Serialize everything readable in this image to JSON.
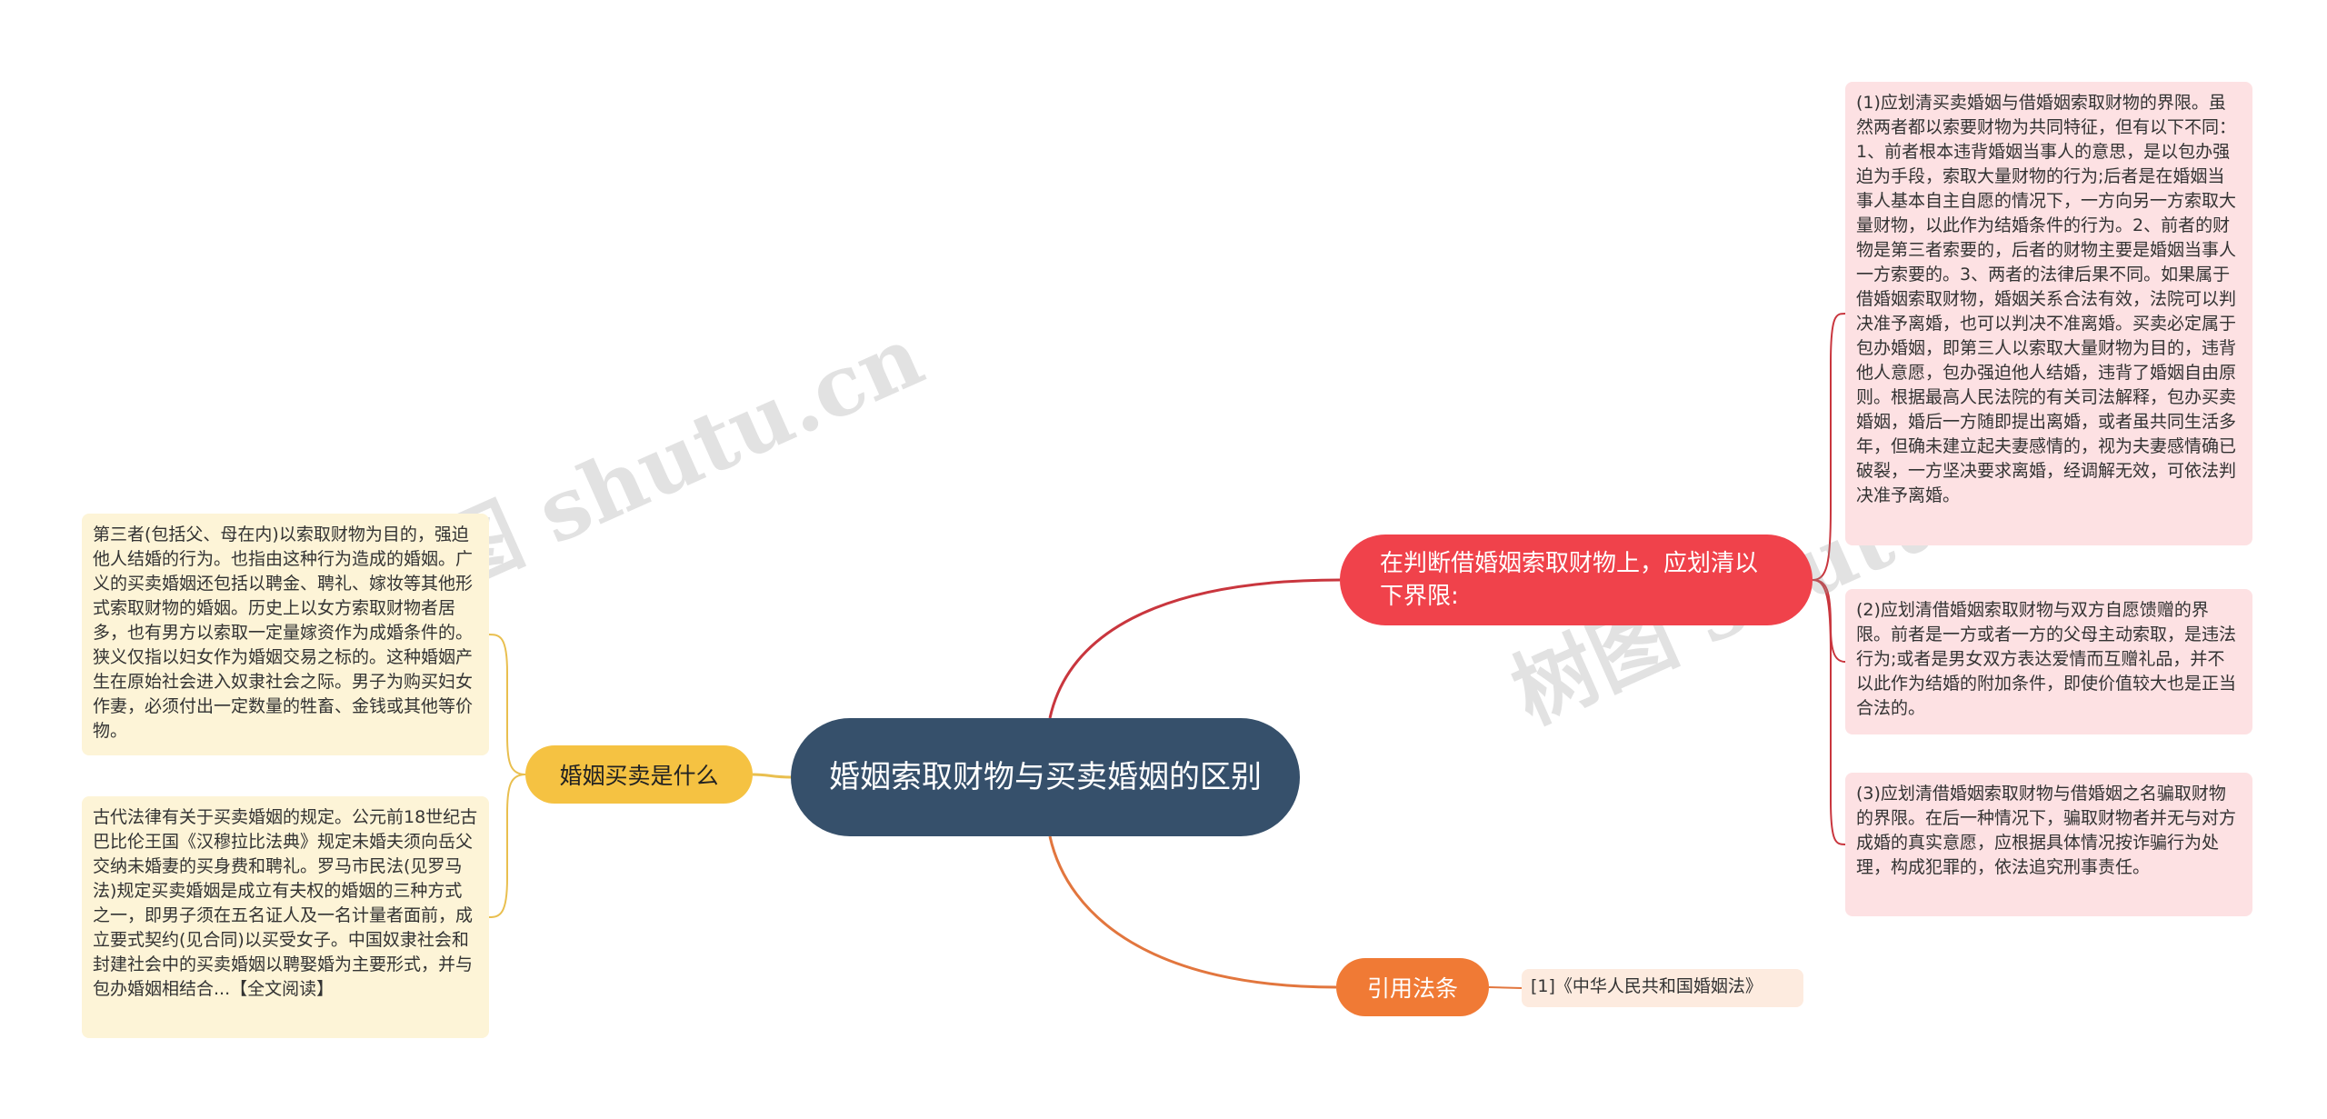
{
  "center": {
    "title": "婚姻索取财物与买卖婚姻的区别"
  },
  "branches": {
    "right_top": {
      "label": "在判断借婚姻索取财物上，应划清以下界限:",
      "color": "#f0424b",
      "items": [
        "(1)应划清买卖婚姻与借婚姻索取财物的界限。虽然两者都以索要财物为共同特征，但有以下不同：1、前者根本违背婚姻当事人的意思，是以包办强迫为手段，索取大量财物的行为;后者是在婚姻当事人基本自主自愿的情况下，一方向另一方索取大量财物，以此作为结婚条件的行为。2、前者的财物是第三者索要的，后者的财物主要是婚姻当事人一方索要的。3、两者的法律后果不同。如果属于借婚姻索取财物，婚姻关系合法有效，法院可以判决准予离婚，也可以判决不准离婚。买卖必定属于包办婚姻，即第三人以索取大量财物为目的，违背他人意愿，包办强迫他人结婚，违背了婚姻自由原则。根据最高人民法院的有关司法解释，包办买卖婚姻，婚后一方随即提出离婚，或者虽共同生活多年，但确未建立起夫妻感情的，视为夫妻感情确已破裂，一方坚决要求离婚，经调解无效，可依法判决准予离婚。",
        "(2)应划清借婚姻索取财物与双方自愿馈赠的界限。前者是一方或者一方的父母主动索取，是违法行为;或者是男女双方表达爱情而互赠礼品，并不以此作为结婚的附加条件，即使价值较大也是正当合法的。",
        "(3)应划清借婚姻索取财物与借婚姻之名骗取财物的界限。在后一种情况下，骗取财物者并无与对方成婚的真实意愿，应根据具体情况按诈骗行为处理，构成犯罪的，依法追究刑事责任。"
      ]
    },
    "left": {
      "label": "婚姻买卖是什么",
      "color": "#f5c242",
      "items": [
        "第三者(包括父、母在内)以索取财物为目的，强迫他人结婚的行为。也指由这种行为造成的婚姻。广义的买卖婚姻还包括以聘金、聘礼、嫁妆等其他形式索取财物的婚姻。历史上以女方索取财物者居多，也有男方以索取一定量嫁资作为成婚条件的。狭义仅指以妇女作为婚姻交易之标的。这种婚姻产生在原始社会进入奴隶社会之际。男子为购买妇女作妻，必须付出一定数量的牲畜、金钱或其他等价物。",
        "古代法律有关于买卖婚姻的规定。公元前18世纪古巴比伦王国《汉穆拉比法典》规定未婚夫须向岳父交纳未婚妻的买身费和聘礼。罗马市民法(见罗马法)规定买卖婚姻是成立有夫权的婚姻的三种方式之一，即男子须在五名证人及一名计量者面前，成立要式契约(见合同)以买受女子。中国奴隶社会和封建社会中的买卖婚姻以聘娶婚为主要形式，并与包办婚姻相结合...【全文阅读】"
      ]
    },
    "right_bottom": {
      "label": "引用法条",
      "color": "#f07a35",
      "items": [
        "[1]《中华人民共和国婚姻法》"
      ]
    }
  },
  "watermarks": [
    "树图 shutu.cn",
    "树图 shutu.cn"
  ],
  "colors": {
    "center_bg": "#36506b",
    "edge_red": "#c9363e",
    "edge_yellow": "#e9bf4f",
    "edge_orange": "#e2763e"
  }
}
